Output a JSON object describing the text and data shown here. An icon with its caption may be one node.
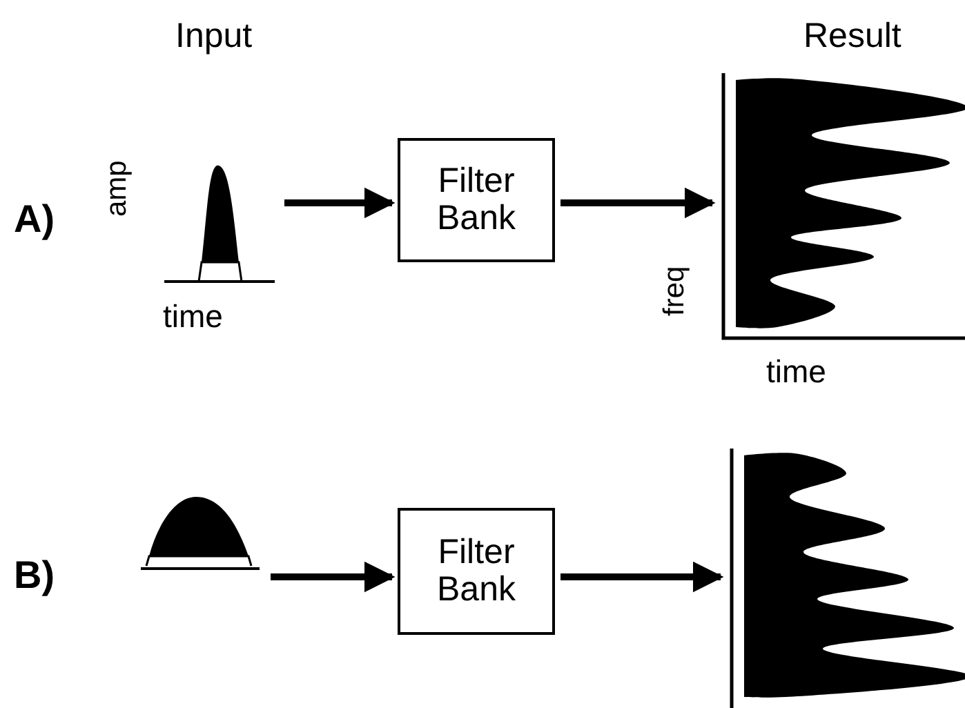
{
  "diagram": {
    "nodes": [
      {
        "text": [],
        "shape": "picture"
      },
      {
        "text": [
          "Filter Bank"
        ]
      },
      {
        "text": [],
        "shape": "picture"
      },
      {
        "text": [],
        "shape": "picture"
      },
      {
        "text": [
          "Filter Bank"
        ]
      },
      {
        "text": [],
        "shape": "picture"
      }
    ],
    "edges": [
      {
        "from": 0,
        "to": 1,
        "arrow": "to"
      },
      {
        "from": 1,
        "to": 2,
        "arrow": "to"
      },
      {
        "from": 3,
        "to": 4,
        "arrow": "to"
      },
      {
        "from": 4,
        "to": 5,
        "arrow": "to"
      }
    ],
    "labels": [
      "Input",
      "Result",
      "A)",
      "amp",
      "time",
      "freq",
      "time",
      "B)"
    ]
  }
}
